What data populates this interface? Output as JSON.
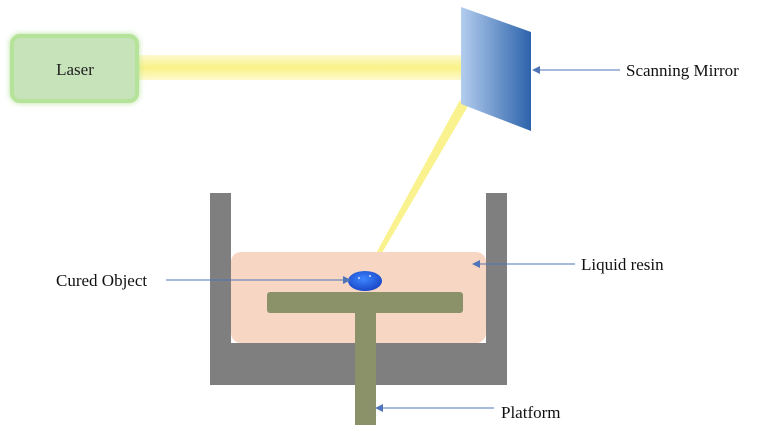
{
  "labels": {
    "laser": "Laser",
    "scanning_mirror": "Scanning Mirror",
    "liquid_resin": "Liquid resin",
    "cured_object": "Cured Object",
    "platform": "Platform"
  },
  "colors": {
    "laser_box_fill": "#c7e3b9",
    "laser_box_glow": "#a8dc80",
    "beam": "#fbf58c",
    "mirror_light": "#a9c6ea",
    "mirror_dark": "#2f68b0",
    "vat_wall": "#7f7f7f",
    "resin": "#f7d6c3",
    "platform": "#8b926a",
    "cured_object": "#2a6df2",
    "pointer_line": "#4f74b7"
  }
}
